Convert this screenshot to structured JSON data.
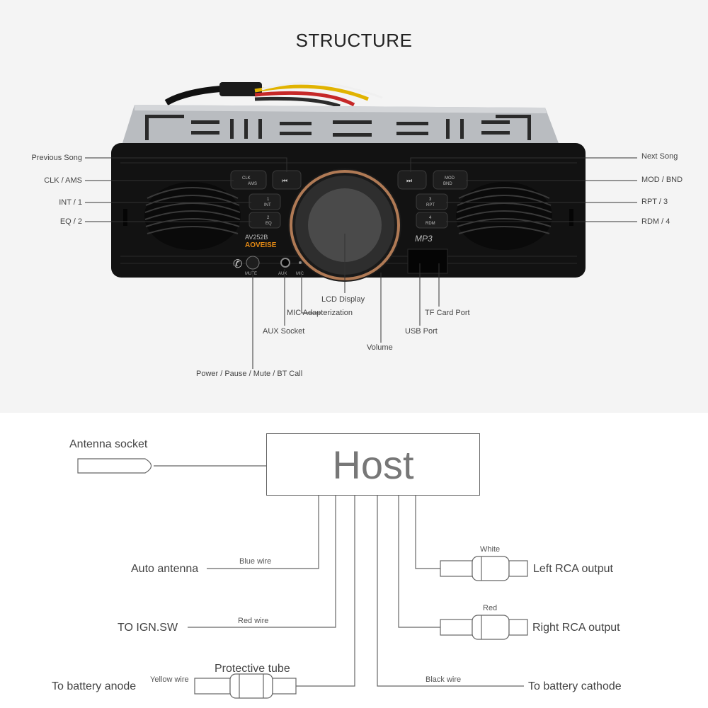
{
  "structure": {
    "title": "STRUCTURE",
    "left_labels": {
      "previous_song": "Previous Song",
      "clk_ams": "CLK / AMS",
      "int_1": "INT / 1",
      "eq_2": "EQ / 2"
    },
    "right_labels": {
      "next_song": "Next Song",
      "mod_bnd": "MOD / BND",
      "rpt_3": "RPT / 3",
      "rdm_4": "RDM / 4"
    },
    "bottom_labels": {
      "lcd_display": "LCD Display",
      "mic": "MIC Adapterization",
      "aux_socket": "AUX Socket",
      "volume": "Volume",
      "power": "Power / Pause / Mute / BT Call",
      "tf_card": "TF Card Port",
      "usb_port": "USB Port"
    },
    "device": {
      "model": "AV252B",
      "brand": "AOVEISE",
      "mp3": "MP3",
      "buttons": {
        "clk": "CLK",
        "ams": "AMS",
        "mod": "MOD",
        "bnd": "BND",
        "b1_num": "1",
        "b1_txt": "INT",
        "b2_num": "2",
        "b2_txt": "EQ",
        "b3_num": "3",
        "b3_txt": "RPT",
        "b4_num": "4",
        "b4_txt": "RDM",
        "prev": "⏮",
        "next": "⏭"
      },
      "port_labels": {
        "mute": "MUTE",
        "aux": "AUX",
        "mic": "MIC"
      }
    }
  },
  "wiring": {
    "host": "Host",
    "antenna_socket": "Antenna socket",
    "auto_antenna": "Auto antenna",
    "blue_wire": "Blue wire",
    "to_ign_sw": "TO IGN.SW",
    "red_wire": "Red wire",
    "protective_tube": "Protective tube",
    "to_battery_anode": "To battery anode",
    "yellow_wire": "Yellow wire",
    "black_wire": "Black wire",
    "to_battery_cathode": "To battery cathode",
    "white": "White",
    "left_rca": "Left RCA output",
    "red": "Red",
    "right_rca": "Right RCA output"
  },
  "colors": {
    "panel": "#121212",
    "chassis": "#b9bcc0",
    "wire_line": "#666666",
    "ring": "#b07a55"
  }
}
